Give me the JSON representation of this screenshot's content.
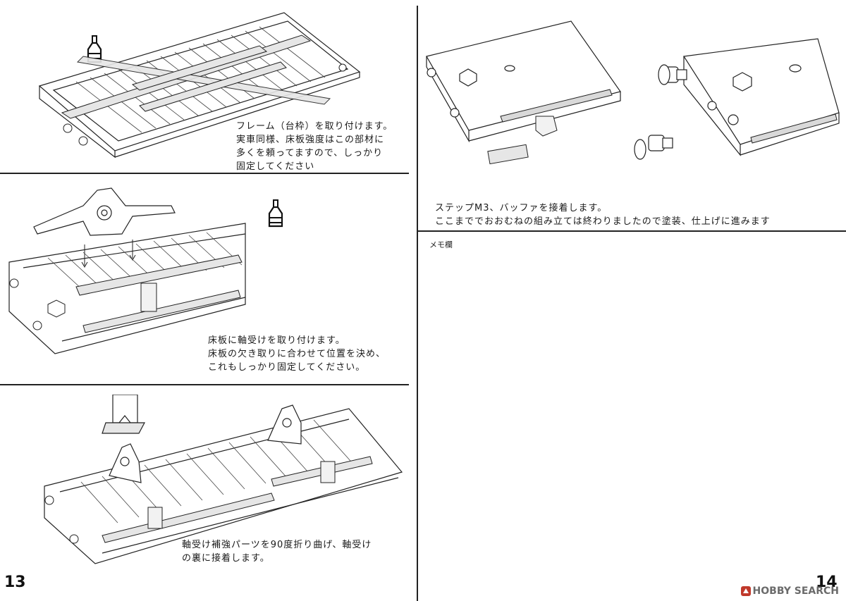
{
  "steps": {
    "frame": {
      "lines": [
        "フレーム（台枠）を取り付けます。",
        "実車同様、床板強度はこの部材に",
        "多くを頼ってますので、しっかり",
        "固定してください"
      ],
      "icon": "glue-bottle-icon"
    },
    "axle_box": {
      "lines": [
        "床板に軸受けを取り付けます。",
        "床板の欠き取りに合わせて位置を決め、",
        "これもしっかり固定してください。"
      ],
      "icon": "glue-bottle-icon"
    },
    "reinforce": {
      "lines": [
        "軸受け補強パーツを90度折り曲げ、軸受け",
        "の裏に接着します。"
      ]
    },
    "buffer": {
      "lines": [
        "ステップM3、バッファを接着します。",
        "ここまででおおむねの組み立ては終わりましたので塗装、仕上げに進みます"
      ]
    }
  },
  "memo": {
    "label": "メモ欄"
  },
  "pages": {
    "left": "13",
    "right": "14"
  },
  "watermark": {
    "text": "HOBBY SEARCH",
    "logo": "hobbysearch-logo-icon"
  }
}
